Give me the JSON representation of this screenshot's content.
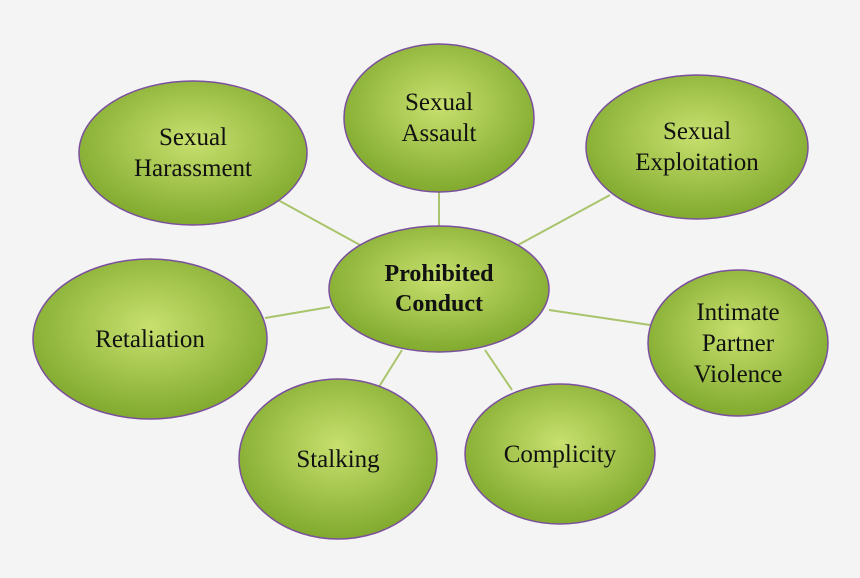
{
  "diagram": {
    "center": {
      "label": "Prohibited\nConduct"
    },
    "nodes": [
      {
        "id": "sexual-assault",
        "label": "Sexual\nAssault"
      },
      {
        "id": "sexual-harassment",
        "label": "Sexual\nHarassment"
      },
      {
        "id": "sexual-exploitation",
        "label": "Sexual\nExploitation"
      },
      {
        "id": "retaliation",
        "label": "Retaliation"
      },
      {
        "id": "intimate-partner-violence",
        "label": "Intimate\nPartner\nViolence"
      },
      {
        "id": "stalking",
        "label": "Stalking"
      },
      {
        "id": "complicity",
        "label": "Complicity"
      }
    ],
    "colors": {
      "fill_light": "#c8e06e",
      "fill_dark": "#7ea82c",
      "outline": "#7b4f9e",
      "connector": "#a9c46a",
      "background": "#f4f4f4"
    }
  }
}
